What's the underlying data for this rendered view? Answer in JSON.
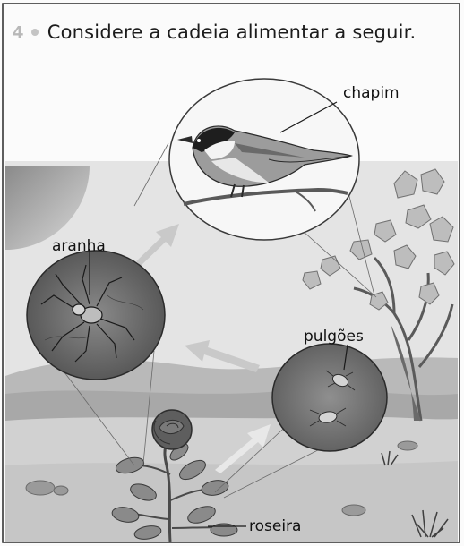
{
  "question": {
    "number": "4",
    "text": "Considere a cadeia alimentar a seguir."
  },
  "labels": {
    "chapim": "chapim",
    "aranha": "aranha",
    "pulgoes": "pulgões",
    "roseira": "roseira"
  },
  "illustration": {
    "food_chain": [
      "roseira",
      "pulgões",
      "aranha",
      "chapim"
    ],
    "colors": {
      "arrow": "#c8c8c8",
      "circle_fill": "#6e6e6e",
      "sky": "#e6e6e6",
      "ground": "#cfcfcf"
    }
  }
}
